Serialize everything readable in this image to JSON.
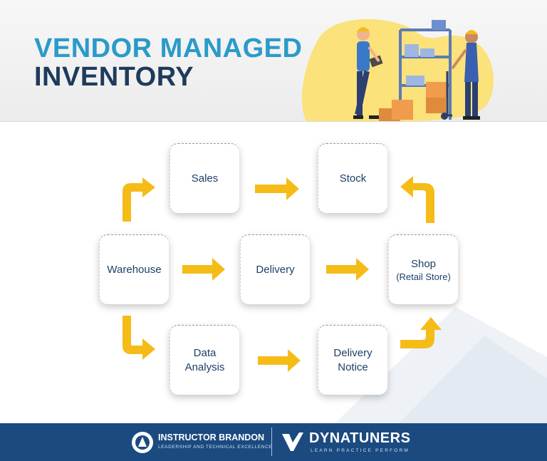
{
  "header": {
    "title_line1": "VENDOR MANAGED",
    "title_line2": "INVENTORY"
  },
  "diagram": {
    "nodes": {
      "sales": "Sales",
      "stock": "Stock",
      "warehouse": "Warehouse",
      "delivery": "Delivery",
      "shop": "Shop",
      "shop_sub": "(Retail Store)",
      "data_analysis": "Data\nAnalysis",
      "delivery_notice": "Delivery\nNotice"
    }
  },
  "footer": {
    "brand1_name": "INSTRUCTOR BRANDON",
    "brand1_tagline": "LEADERSHIP AND TECHNICAL EXCELLENCE",
    "brand2_name": "DYNATUNERS",
    "brand2_tagline": "LEARN  PRACTICE  PERFORM"
  },
  "colors": {
    "title_line1": "#2a9bc9",
    "title_line2": "#1e3b5c",
    "arrow": "#f5bc18",
    "footer_bg": "#1b4a80",
    "node_text": "#1f3f66"
  }
}
